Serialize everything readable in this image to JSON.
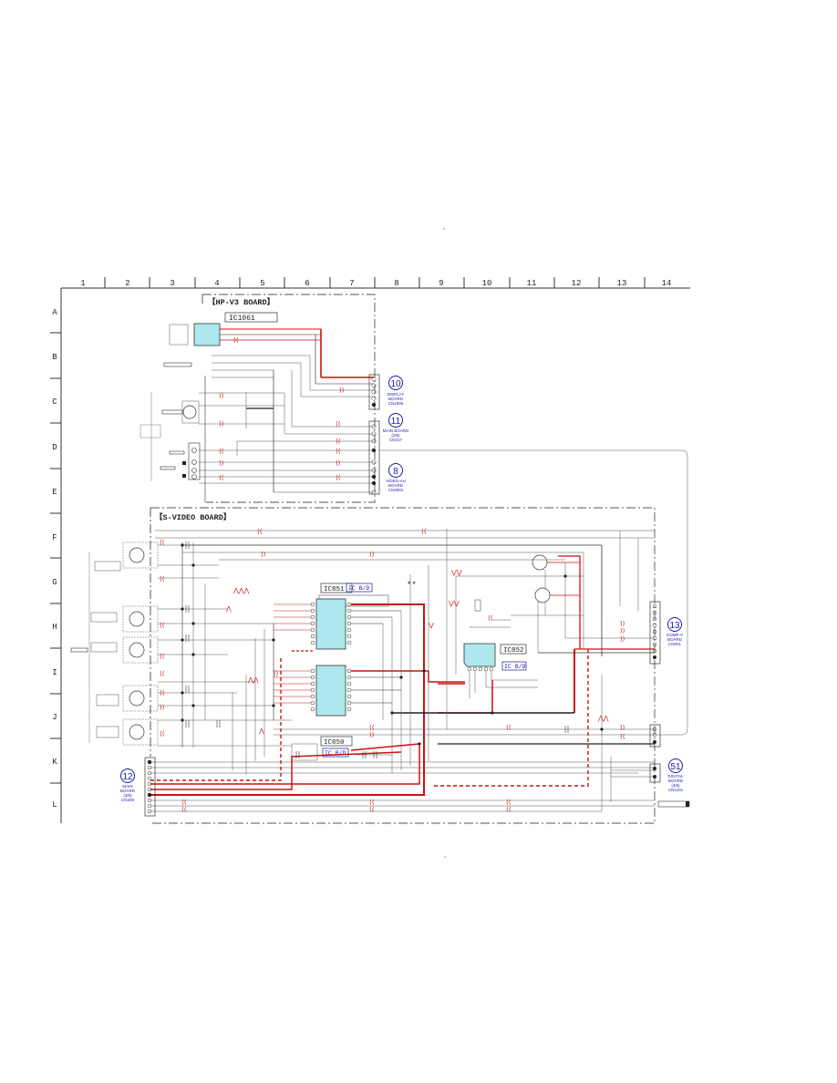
{
  "grid": {
    "columns": [
      "1",
      "2",
      "3",
      "4",
      "5",
      "6",
      "7",
      "8",
      "9",
      "10",
      "11",
      "12",
      "13",
      "14"
    ],
    "rows": [
      "A",
      "B",
      "C",
      "D",
      "E",
      "F",
      "G",
      "H",
      "I",
      "J",
      "K",
      "L"
    ]
  },
  "boards": {
    "hp_v3": "【HP-V3 BOARD】",
    "s_video": "【S-VIDEO BOARD】"
  },
  "ics": {
    "ic1061": "IC1061",
    "ic851": "IC851",
    "ic851_badge": "IC B/D",
    "ic852": "IC852",
    "ic852_badge": "IC B/D",
    "ic850": "IC850",
    "ic850_badge": "IC B/D"
  },
  "connectors": [
    {
      "num": "10",
      "l1": "DISPLAY",
      "l2": "BOARD",
      "l3": "CN1006"
    },
    {
      "num": "11",
      "l1": "MAIN BOARD",
      "l2": "(2/6)",
      "l3": "CN417"
    },
    {
      "num": "8",
      "l1": "VIDEO-AU",
      "l2": "BOARD",
      "l3": "CN3001"
    },
    {
      "num": "13",
      "l1": "COMP-V",
      "l2": "BOARD",
      "l3": "CN001"
    },
    {
      "num": "12",
      "l1": "MAIN",
      "l2": "BOARD",
      "l3": "(3/6)",
      "l4": "CN408"
    },
    {
      "num": "51",
      "l1": "DIGITAL",
      "l2": "BOARD",
      "l3": "(4/6)",
      "l4": "CN1101"
    }
  ],
  "colors": {
    "frame": "#333333",
    "trace": "#222222",
    "red_trace": "#cc1111",
    "ic_fill": "#aee8ef",
    "badge_blue": "#1a1aa8",
    "signal_arrow": "#cc1111"
  }
}
